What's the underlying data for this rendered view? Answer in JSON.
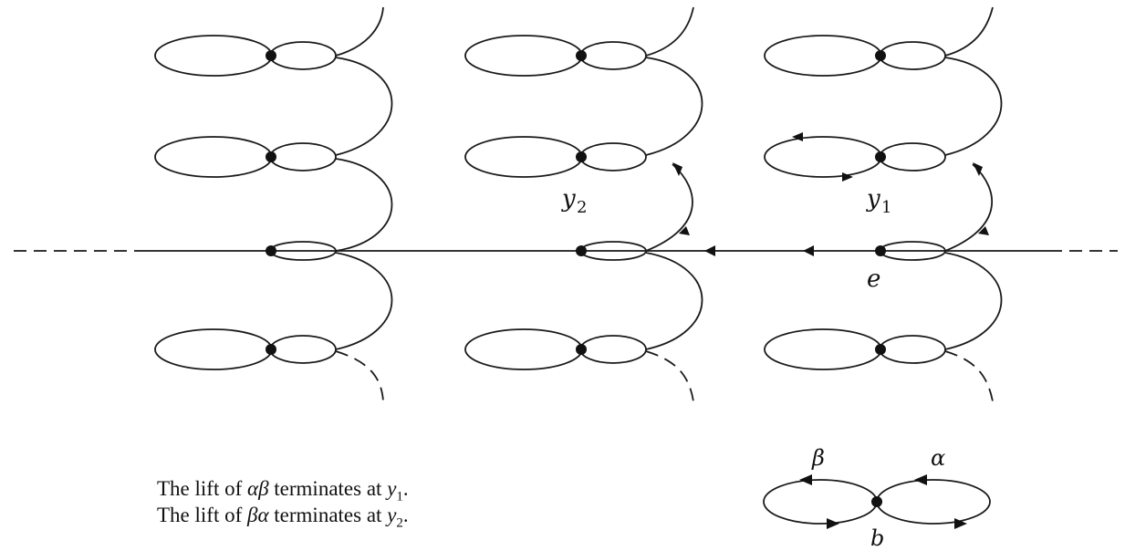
{
  "labels": {
    "y2": "y",
    "y2_sub": "2",
    "y1": "y",
    "y1_sub": "1",
    "e": "e",
    "beta": "β",
    "alpha": "α",
    "b": "b"
  },
  "caption": {
    "line1_prefix": "The lift of ",
    "line1_path": "αβ",
    "line1_mid": " terminates at ",
    "line1_var": "y",
    "line1_sub": "1",
    "line1_end": ".",
    "line2_prefix": "The lift of ",
    "line2_path": "βα",
    "line2_mid": " terminates at ",
    "line2_var": "y",
    "line2_sub": "2",
    "line2_end": "."
  }
}
